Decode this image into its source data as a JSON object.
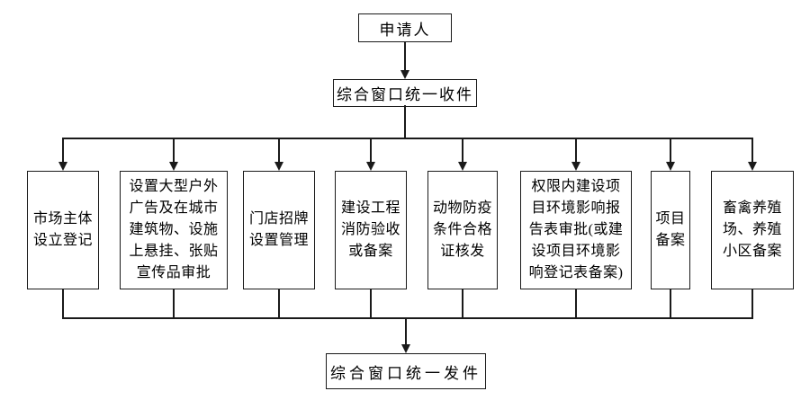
{
  "diagram": {
    "type": "flowchart",
    "background_color": "#ffffff",
    "line_color": "#1a1a1a",
    "text_color": "#000000",
    "nodes": {
      "applicant": {
        "label": "申请人"
      },
      "intake": {
        "label": "综合窗口统一收件"
      },
      "dispatch": {
        "label": "综合窗口统一发件"
      },
      "departments": [
        {
          "label": "市场主体设立登记",
          "lines": [
            "市场主体",
            "设立登记"
          ]
        },
        {
          "label": "设置大型户外广告及在城市建筑物、设施上悬挂、张贴宣传品审批",
          "lines": [
            "设置大型户外",
            "广告及在城市",
            "建筑物、设施",
            "上悬挂、张贴",
            "宣传品审批"
          ]
        },
        {
          "label": "门店招牌设置管理",
          "lines": [
            "门店招牌",
            "设置管理"
          ]
        },
        {
          "label": "建设工程消防验收或备案",
          "lines": [
            "建设工程",
            "消防验收",
            "或备案"
          ]
        },
        {
          "label": "动物防疫条件合格证核发",
          "lines": [
            "动物防疫",
            "条件合格",
            "证核发"
          ]
        },
        {
          "label": "权限内建设项目环境影响报告表审批(或建设项目环境影响登记表备案)",
          "lines": [
            "权限内建设项",
            "目环境影响报",
            "告表审批(或建",
            "设项目环境影",
            "响登记表备案)"
          ]
        },
        {
          "label": "项目备案",
          "lines": [
            "项目",
            "备案"
          ]
        },
        {
          "label": "畜禽养殖场、养殖小区备案",
          "lines": [
            "畜禽养殖",
            "场、养殖",
            "小区备案"
          ]
        }
      ]
    }
  }
}
